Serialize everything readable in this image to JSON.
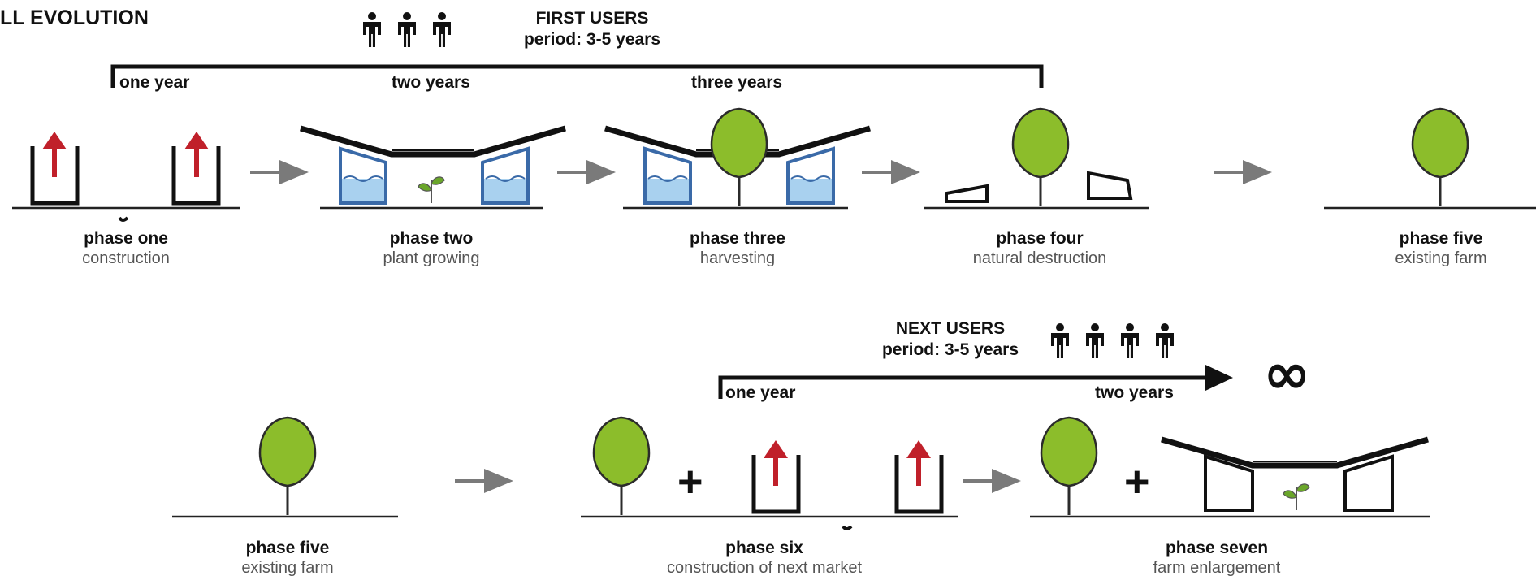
{
  "title": "LL EVOLUTION",
  "first_users": {
    "line1": "FIRST USERS",
    "line2": "period: 3-5 years"
  },
  "next_users": {
    "line1": "NEXT USERS",
    "line2": "period: 3-5 years"
  },
  "top_durations": [
    "one year",
    "two years",
    "three years"
  ],
  "bottom_durations": [
    "one year",
    "two years"
  ],
  "infinity": "∞",
  "plus": "+",
  "phases_top": [
    {
      "name": "phase one",
      "desc": "construction"
    },
    {
      "name": "phase two",
      "desc": "plant growing"
    },
    {
      "name": "phase three",
      "desc": "harvesting"
    },
    {
      "name": "phase four",
      "desc": "natural destruction"
    },
    {
      "name": "phase five",
      "desc": "existing farm"
    }
  ],
  "phases_bottom": [
    {
      "name": "phase five",
      "desc": "existing farm"
    },
    {
      "name": "phase six",
      "desc": "construction of next market"
    },
    {
      "name": "phase seven",
      "desc": "farm enlargement"
    }
  ],
  "colors": {
    "tree_fill": "#8cbd2b",
    "tree_outline": "#2b2b2b",
    "up_arrow": "#c0202a",
    "water": "#a9d1ef",
    "water_outline": "#3a6aa8",
    "flow_arrow": "#7a7a7a",
    "sprout": "#6aa62a"
  },
  "icons": [
    "person-icon",
    "tree-icon",
    "up-arrow-icon",
    "flow-arrow-icon",
    "sprout-icon",
    "infinity-icon",
    "plus-icon"
  ]
}
